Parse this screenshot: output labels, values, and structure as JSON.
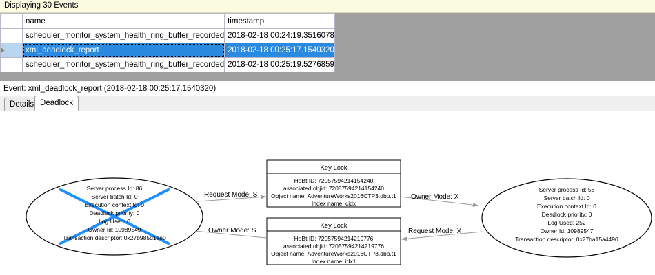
{
  "banner": {
    "text": "Displaying 30 Events"
  },
  "grid": {
    "columns": [
      "",
      "name",
      "timestamp"
    ],
    "rows": [
      {
        "selector": "",
        "name": "scheduler_monitor_system_health_ring_buffer_recorded",
        "timestamp": "2018-02-18 00:24:19.3516078",
        "selected": false
      },
      {
        "selector": "▶",
        "name": "xml_deadlock_report",
        "timestamp": "2018-02-18 00:25:17.1540320",
        "selected": true
      },
      {
        "selector": "",
        "name": "scheduler_monitor_system_health_ring_buffer_recorded",
        "timestamp": "2018-02-18 00:25:19.5276859",
        "selected": false
      }
    ]
  },
  "event_caption": {
    "text": "Event: xml_deadlock_report (2018-02-18 00:25:17.1540320)"
  },
  "tabs": [
    {
      "label": "Details",
      "active": false
    },
    {
      "label": "Deadlock",
      "active": true
    }
  ],
  "graph": {
    "processes": [
      {
        "id": "process-left",
        "victim": true,
        "lines": [
          "Server process Id: 86",
          "Server batch Id: 0",
          "Execution context Id: 0",
          "Deadlock priority: 0",
          "Log Used: 0",
          "Owner Id: 10989549",
          "Transaction descriptor: 0x27b985d1ae0"
        ]
      },
      {
        "id": "process-right",
        "victim": false,
        "lines": [
          "Server process Id: 58",
          "Server batch Id: 0",
          "Execution context Id: 0",
          "Deadlock priority: 0",
          "Log Used: 252",
          "Owner Id: 10989547",
          "Transaction descriptor: 0x27ba15a4490"
        ]
      }
    ],
    "resources": [
      {
        "id": "keylock-top",
        "title": "Key Lock",
        "lines": [
          "HoBt ID: 72057594214154240",
          "associated objid: 72057594214154240",
          "Object name: AdventureWorks2016CTP3.dbo.t1",
          "Index name: cidx"
        ]
      },
      {
        "id": "keylock-bottom",
        "title": "Key Lock",
        "lines": [
          "HoBt ID: 72057594214219776",
          "associated objid: 72057594214219776",
          "Object name: AdventureWorks2016CTP3.dbo.t1",
          "Index name: idx1"
        ]
      }
    ],
    "edges": [
      {
        "id": "edge-left-request",
        "label": "Request Mode: S"
      },
      {
        "id": "edge-left-owner",
        "label": "Owner Mode: S"
      },
      {
        "id": "edge-right-owner",
        "label": "Owner Mode: X"
      },
      {
        "id": "edge-right-request",
        "label": "Request Mode: X"
      }
    ]
  },
  "colors": {
    "banner_bg": "#fbfbe2",
    "selection_blue": "#2a8ae0",
    "victim_cross": "#1e90ff",
    "grid_filler": "#a0a0a0"
  }
}
